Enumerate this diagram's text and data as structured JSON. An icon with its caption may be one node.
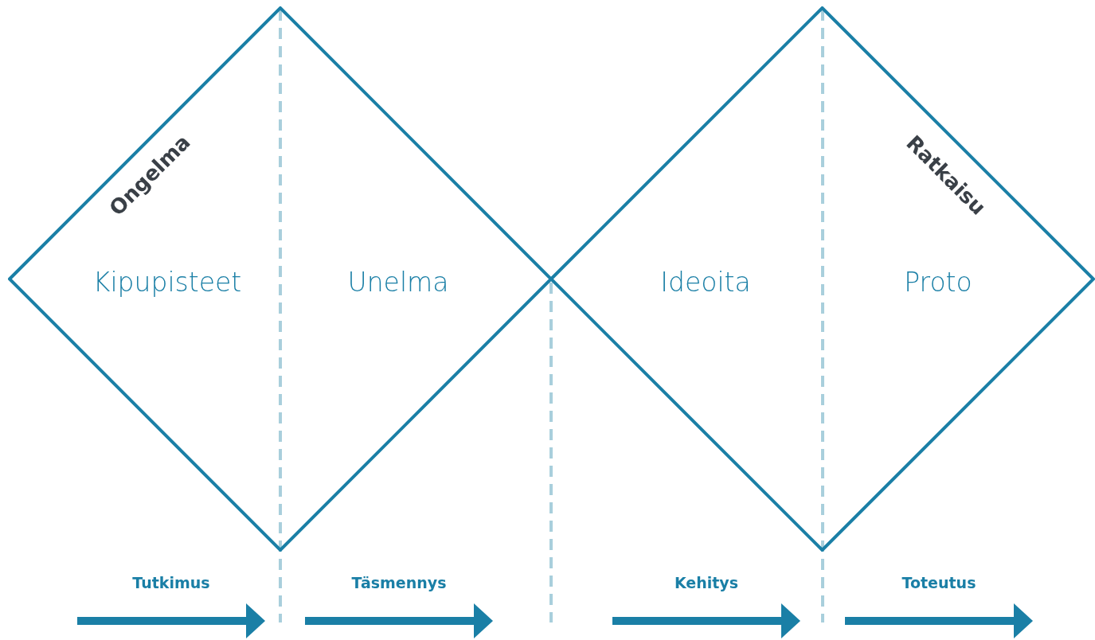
{
  "diagram": {
    "nodes": [
      {
        "text": [
          "Ongelma",
          "Kipupisteet",
          "Unelma"
        ]
      },
      {
        "text": [
          "Ratkaisu",
          "Ideoita",
          "Proto"
        ]
      }
    ],
    "labels": [
      "Tutkimus",
      "Täsmennys",
      "Kehitys",
      "Toteutus"
    ]
  }
}
